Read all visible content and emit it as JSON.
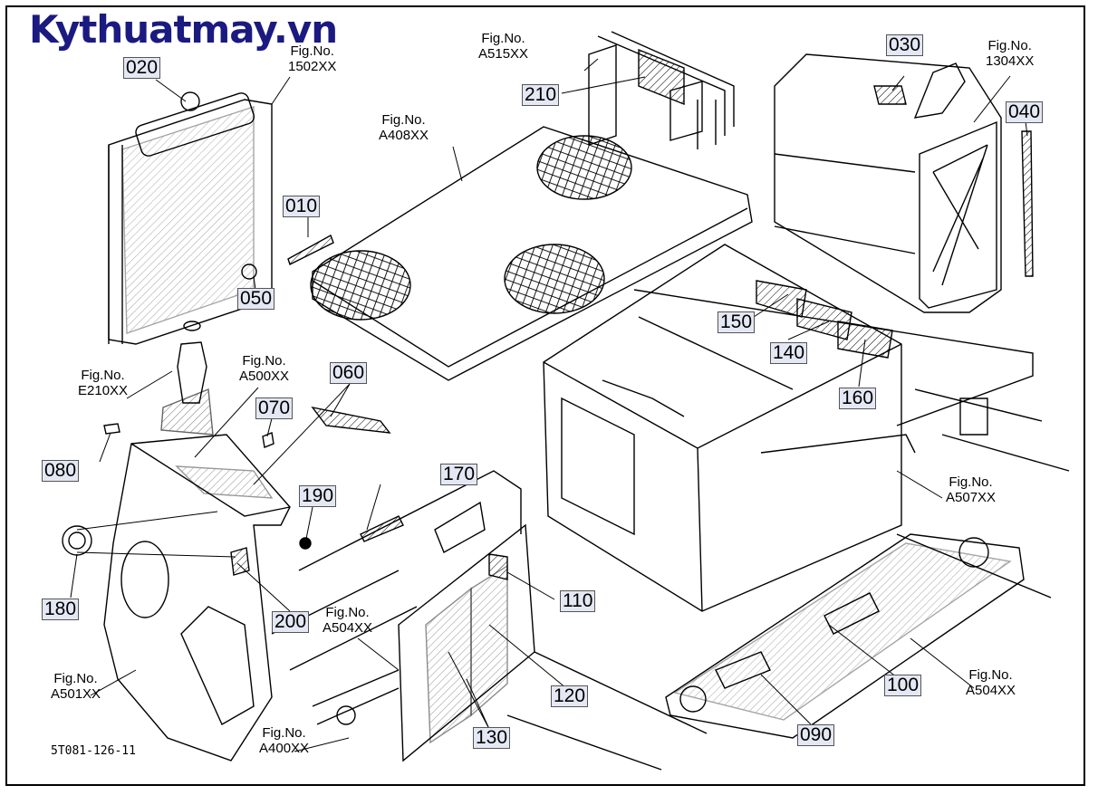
{
  "logo": "Kythuatmay.vn",
  "drawing_code": "5T081-126-11",
  "colors": {
    "ink": "#000000",
    "label_bg": "#e4e8f4",
    "logo": "#1a1a80"
  },
  "part_labels": [
    "020",
    "050",
    "010",
    "030",
    "040",
    "210",
    "150",
    "140",
    "160",
    "060",
    "070",
    "080",
    "190",
    "180",
    "200",
    "170",
    "110",
    "120",
    "130",
    "100",
    "090"
  ],
  "fig_prefix": "Fig.No.",
  "fig_refs": [
    "1502XX",
    "A515XX",
    "A408XX",
    "1304XX",
    "E210XX",
    "A500XX",
    "A507XX",
    "A504XX",
    "A501XX",
    "A504XX",
    "A400XX"
  ]
}
